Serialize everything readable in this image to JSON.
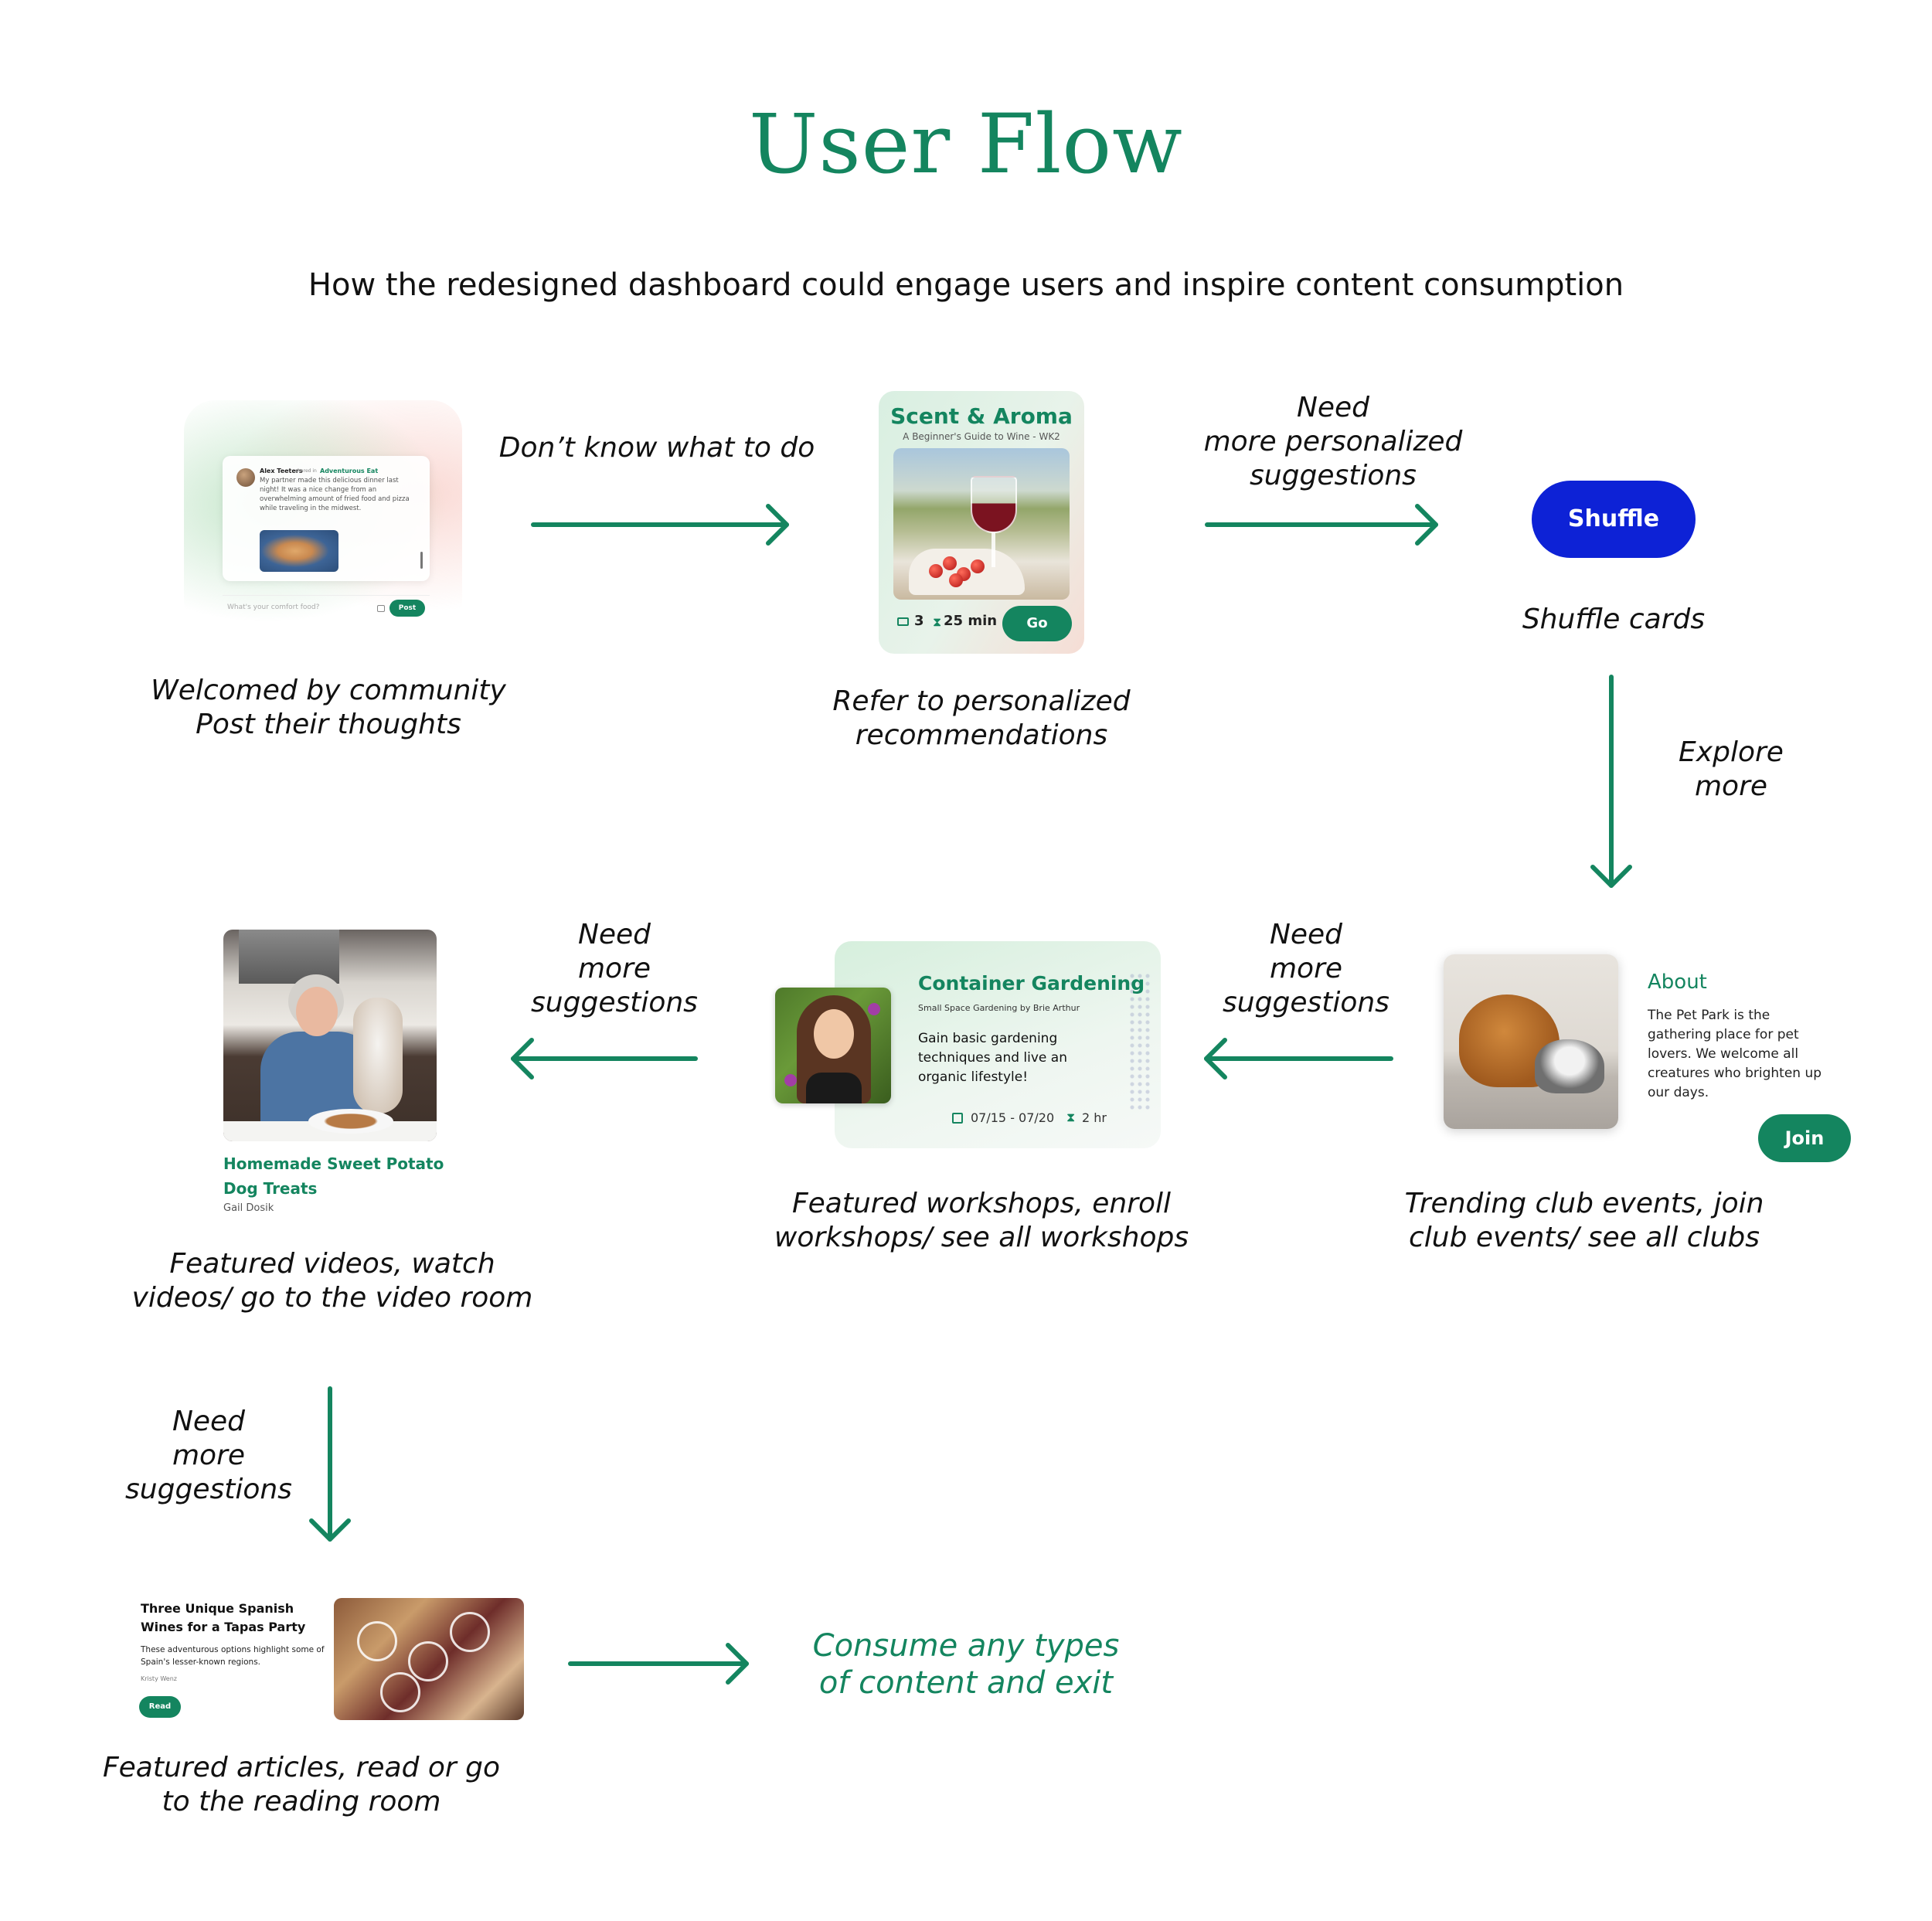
{
  "title": "User Flow",
  "subtitle": "How the redesigned dashboard could engage users and inspire content consumption",
  "colors": {
    "accent": "#14855f",
    "shuffle": "#0d22d6",
    "text": "#111111"
  },
  "labels": {
    "dont_know": "Don’t know what to do",
    "need_personalized": [
      "Need",
      "more personalized",
      "suggestions"
    ],
    "explore_more": [
      "Explore",
      "more"
    ],
    "need_more_1": [
      "Need",
      "more",
      "suggestions"
    ],
    "need_more_2": [
      "Need",
      "more",
      "suggestions"
    ],
    "need_more_3": [
      "Need",
      "more",
      "suggestions"
    ]
  },
  "captions": {
    "community": [
      "Welcomed by community",
      "Post their thoughts"
    ],
    "recommendations": [
      "Refer to personalized",
      "recommendations"
    ],
    "shuffle": "Shuffle cards",
    "clubs": [
      "Trending club events,  join",
      "club events/ see all clubs"
    ],
    "workshops": [
      "Featured workshops, enroll",
      "workshops/ see all workshops"
    ],
    "videos": [
      "Featured videos, watch",
      "videos/ go to the video room"
    ],
    "articles": [
      "Featured articles, read or go",
      "to the reading room"
    ],
    "end": [
      "Consume any types",
      "of content and exit"
    ]
  },
  "community_post": {
    "author": "Alex Teeters",
    "shared_in": "shared in",
    "club": "Adventurous Eat",
    "text": "My partner made this delicious dinner last night! It was a nice change from an overwhelming amount of fried food and pizza while traveling in the midwest.",
    "input_placeholder": "What's your comfort food?",
    "post_button": "Post"
  },
  "recommendation_card": {
    "title": "Scent & Aroma",
    "subtitle": "A Beginner's Guide to Wine - WK2",
    "video_count": "3",
    "duration": "25 min",
    "go_button": "Go"
  },
  "shuffle_button": "Shuffle",
  "club_card": {
    "about_title": "About",
    "about_text": "The Pet Park is the gathering place for pet lovers. We welcome all creatures who brighten up our days.",
    "join_button": "Join"
  },
  "workshop_card": {
    "title": "Container Gardening",
    "subtitle": "Small Space Gardening by Brie Arthur",
    "description": "Gain basic gardening techniques and live an organic lifestyle!",
    "dates": "07/15 - 07/20",
    "duration": "2 hr"
  },
  "video_card": {
    "title": "Homemade Sweet Potato Dog Treats",
    "author": "Gail Dosik"
  },
  "article_card": {
    "title": "Three Unique Spanish Wines for a Tapas Party",
    "description": "These adventurous options highlight some of Spain's lesser-known regions.",
    "author": "Kristy Wenz",
    "read_button": "Read"
  },
  "icons": {
    "video": "video-camera-icon",
    "duration": "hourglass-icon",
    "calendar": "calendar-icon",
    "image": "image-icon"
  }
}
